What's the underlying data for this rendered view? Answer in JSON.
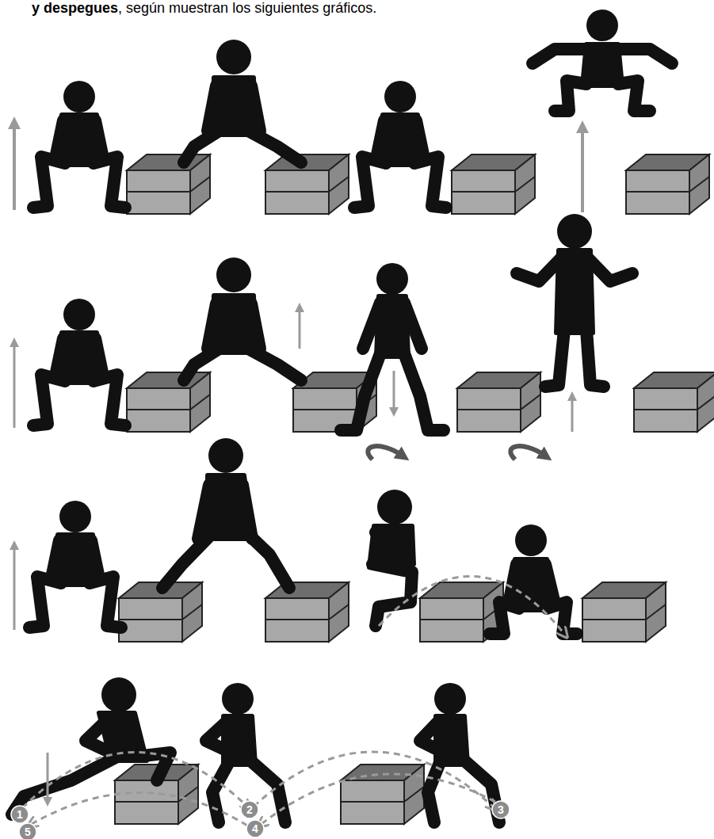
{
  "diagram": {
    "labels": [
      "y despegues",
      ", según muestran los siguientes gráficos.",
      "1",
      "5",
      "2",
      "4",
      "3"
    ]
  }
}
